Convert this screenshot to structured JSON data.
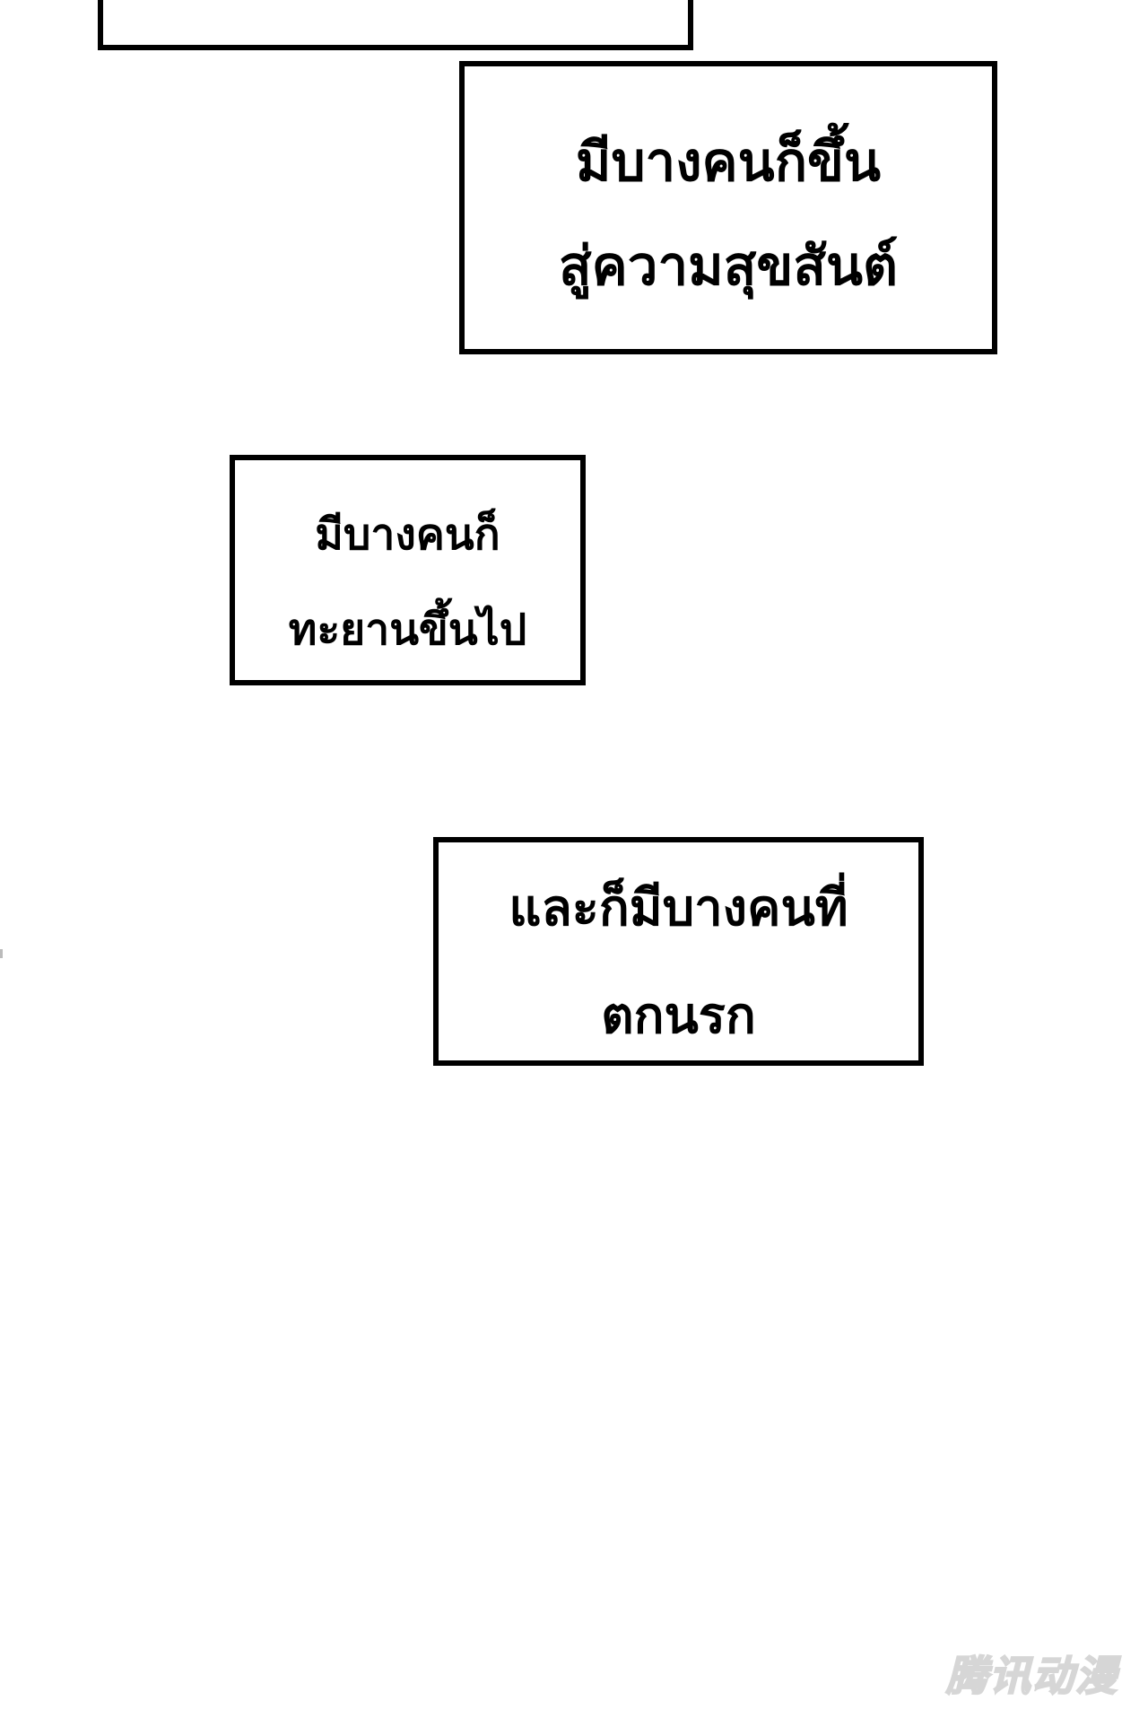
{
  "panels": [
    {
      "lines": []
    },
    {
      "lines": [
        "มีบางคนก็ขึ้น",
        "สู่ความสุขสันต์"
      ]
    },
    {
      "lines": [
        "มีบางคนก็",
        "ทะยานขึ้นไป"
      ]
    },
    {
      "lines": [
        "และก็มีบางคนที่",
        "ตกนรก"
      ]
    }
  ],
  "watermark": {
    "text": "腾讯动漫"
  },
  "colors": {
    "background": "#ffffff",
    "border": "#000000",
    "text": "#000000",
    "watermark": "#e4e4e4"
  }
}
